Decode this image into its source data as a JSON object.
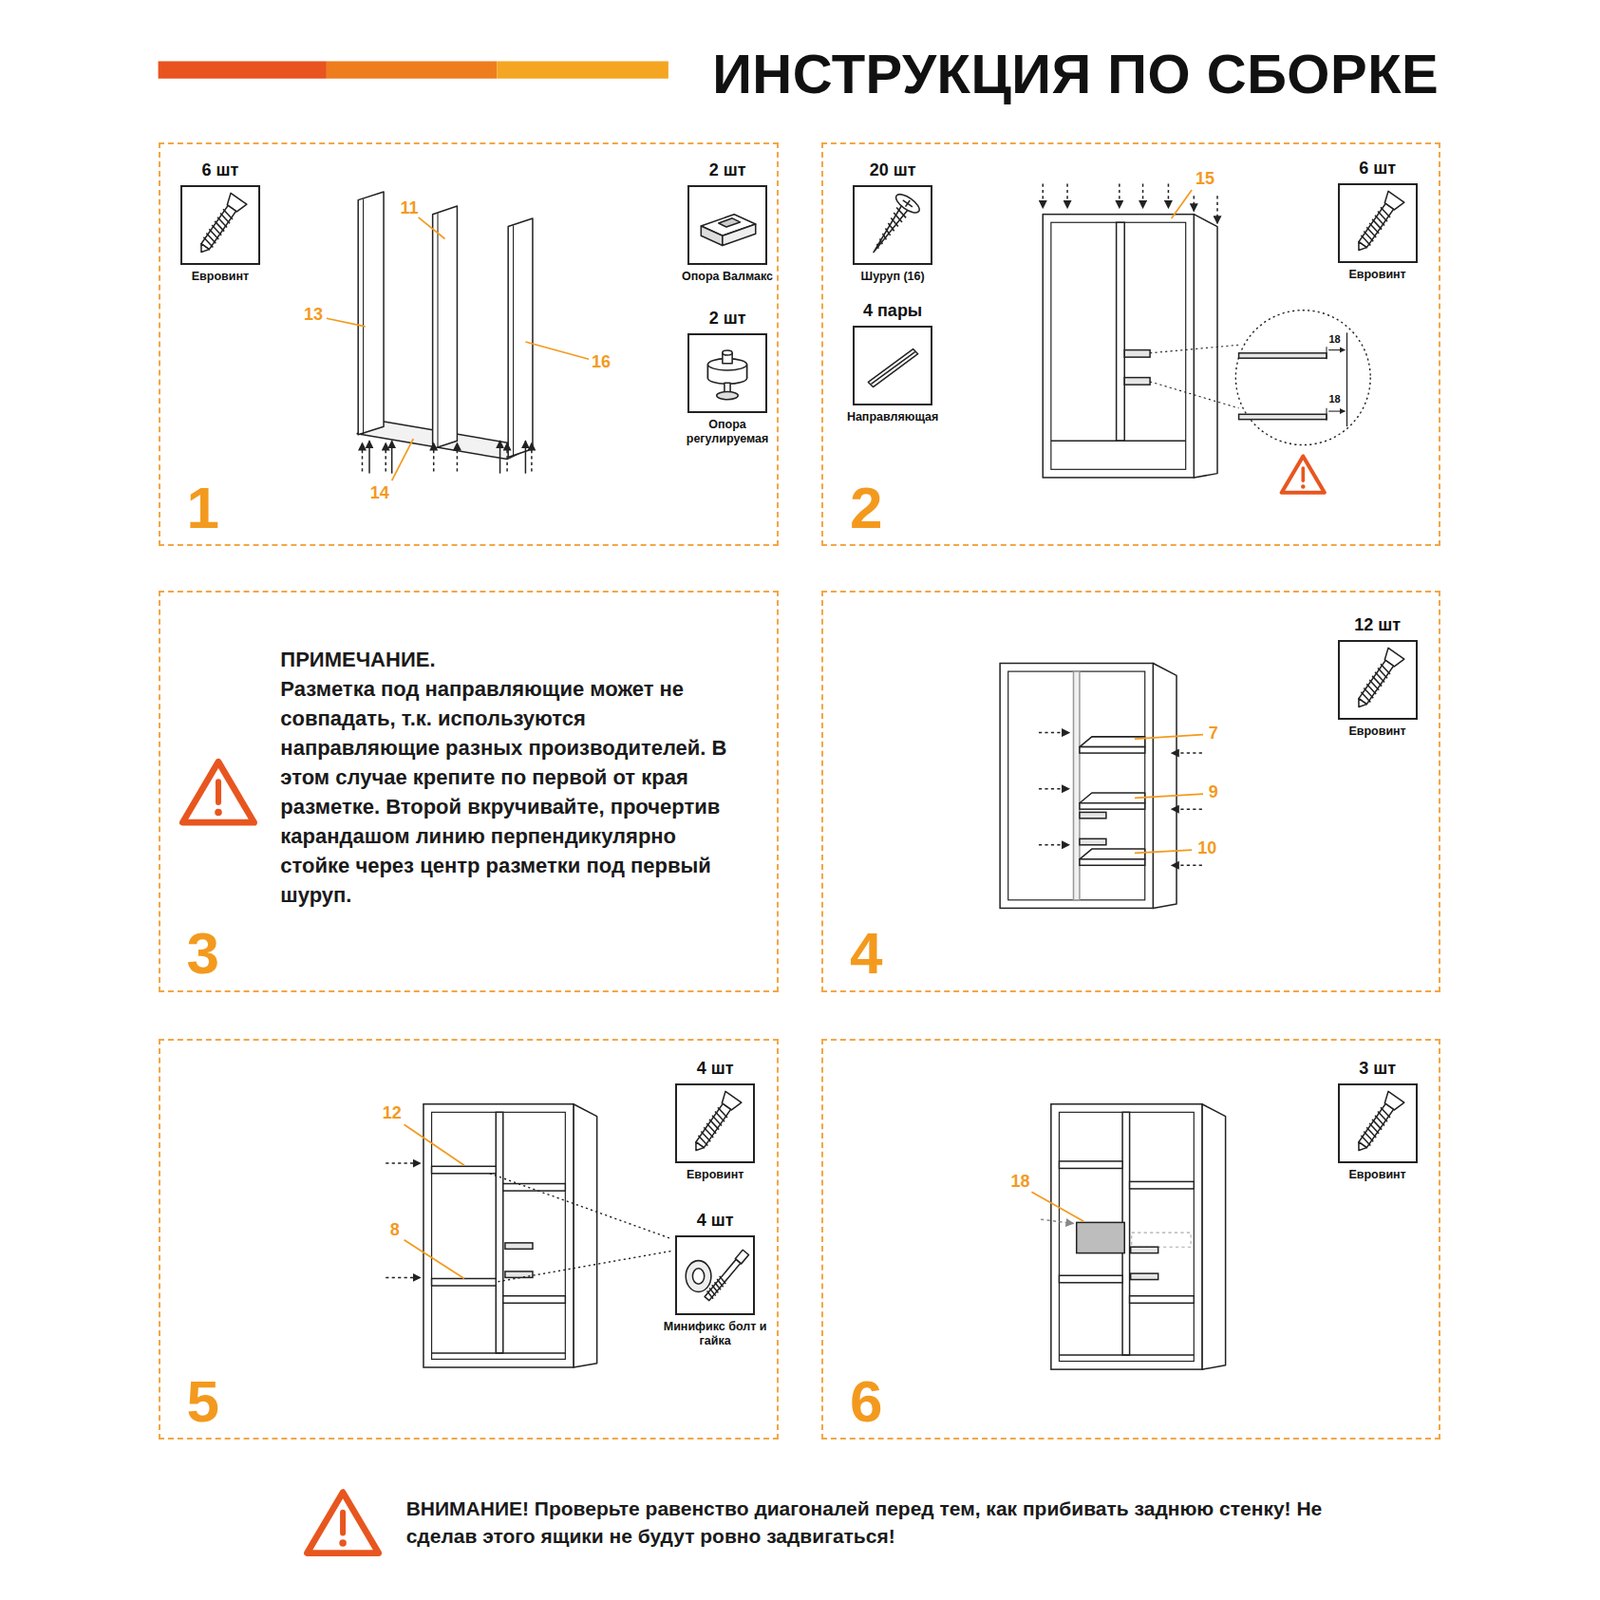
{
  "diagram": {
    "title": "ИНСТРУКЦИЯ ПО СБОРКЕ",
    "nodes": [
      {
        "text": [
          "1"
        ]
      },
      {
        "text": [
          "6 шт",
          "Евровинт"
        ],
        "in": 0
      },
      {
        "text": [
          "2 шт",
          "Опора Валмакс"
        ],
        "in": 0
      },
      {
        "text": [
          "2 шт",
          "Опора регулируемая"
        ],
        "in": 0
      },
      {
        "text": [
          "2"
        ]
      },
      {
        "text": [
          "20 шт",
          "Шуруп (16)"
        ],
        "in": 4
      },
      {
        "text": [
          "4 пары",
          "Направляющая"
        ],
        "in": 4
      },
      {
        "text": [
          "6 шт",
          "Евровинт"
        ],
        "in": 4
      },
      {
        "text": [
          "ПРИМЕЧАНИЕ.",
          "Разметка под направляющие может не совпадать, т.к. используются направляющие разных производителей. В этом случае крепите по первой от края разметке. Второй вкручивайте, прочертив карандашом линию перпендикулярно стойке через центр разметки под первый шуруп.",
          "3"
        ]
      },
      {
        "text": [
          "4"
        ]
      },
      {
        "text": [
          "12 шт",
          "Евровинт"
        ],
        "in": 9
      },
      {
        "text": [
          "5"
        ]
      },
      {
        "text": [
          "4 шт",
          "Евровинт"
        ],
        "in": 11
      },
      {
        "text": [
          "4 шт",
          "Минификс болт и гайка"
        ],
        "in": 11
      },
      {
        "text": [
          "6"
        ]
      },
      {
        "text": [
          "3 шт",
          "Евровинт"
        ],
        "in": 14
      }
    ],
    "labels": [
      "13",
      "11",
      "16",
      "14",
      "15",
      "18",
      "18",
      "7",
      "9",
      "10",
      "12",
      "8",
      "18",
      "ВНИМАНИЕ! Проверьте равенство диагоналей перед тем, как прибивать заднюю стенку! Не сделав этого ящики не будут ровно задвигаться!"
    ]
  }
}
